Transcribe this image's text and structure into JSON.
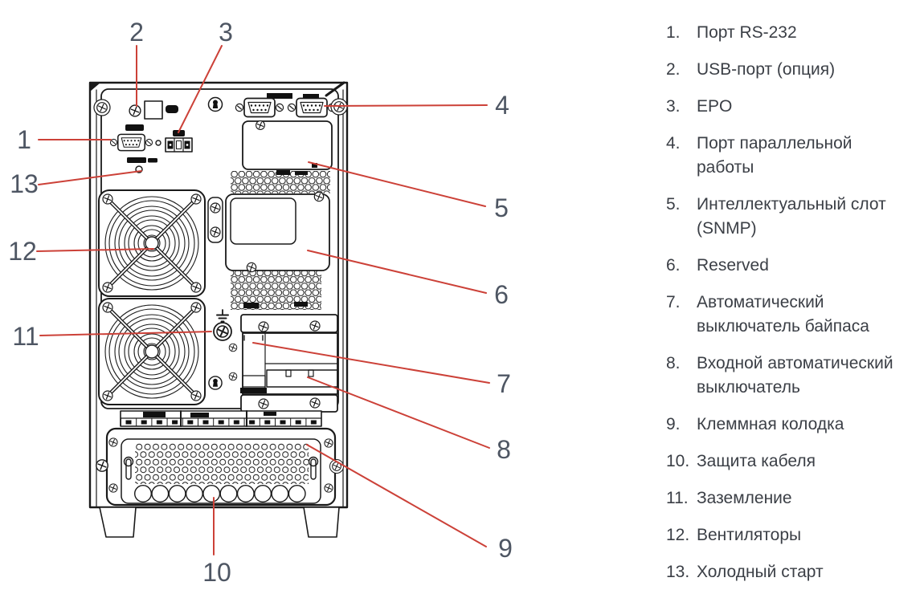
{
  "figure": {
    "description": "UPS rear panel line drawing with numbered callouts",
    "callouts": [
      {
        "num": "1"
      },
      {
        "num": "2"
      },
      {
        "num": "3"
      },
      {
        "num": "4"
      },
      {
        "num": "5"
      },
      {
        "num": "6"
      },
      {
        "num": "7"
      },
      {
        "num": "8"
      },
      {
        "num": "9"
      },
      {
        "num": "10"
      },
      {
        "num": "11"
      },
      {
        "num": "12"
      },
      {
        "num": "13"
      }
    ]
  },
  "legend": {
    "items": [
      {
        "num": "1.",
        "text": "Порт RS-232"
      },
      {
        "num": "2.",
        "text": "USB-порт (опция)"
      },
      {
        "num": "3.",
        "text": "EPO"
      },
      {
        "num": "4.",
        "text": "Порт параллельной\nработы"
      },
      {
        "num": "5.",
        "text": "Интеллектуальный слот\n(SNMP)"
      },
      {
        "num": "6.",
        "text": "Reserved"
      },
      {
        "num": "7.",
        "text": "Автоматический\nвыключатель байпаса"
      },
      {
        "num": "8.",
        "text": "Входной автоматический\nвыключатель"
      },
      {
        "num": "9.",
        "text": "Клеммная колодка"
      },
      {
        "num": "10.",
        "text": "Защита кабеля"
      },
      {
        "num": "11.",
        "text": "Заземление"
      },
      {
        "num": "12.",
        "text": "Вентиляторы"
      },
      {
        "num": "13.",
        "text": "Холодный старт"
      }
    ]
  },
  "colors": {
    "leader_line": "#cc4138",
    "callout_number": "#4e5663",
    "legend_text": "#3b3f46",
    "line_art": "#1a1a1a",
    "background": "#ffffff"
  }
}
